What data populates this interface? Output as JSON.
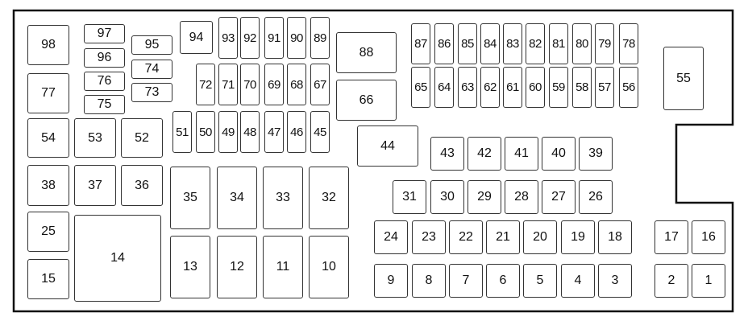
{
  "diagram": {
    "type": "fuse-box-layout",
    "fuses": [
      "98",
      "77",
      "54",
      "53",
      "52",
      "97",
      "96",
      "76",
      "75",
      "95",
      "74",
      "73",
      "94",
      "93",
      "92",
      "91",
      "90",
      "89",
      "72",
      "71",
      "70",
      "69",
      "68",
      "67",
      "51",
      "50",
      "49",
      "48",
      "47",
      "46",
      "45",
      "88",
      "66",
      "44",
      "87",
      "86",
      "85",
      "84",
      "83",
      "82",
      "81",
      "80",
      "79",
      "78",
      "65",
      "64",
      "63",
      "62",
      "61",
      "60",
      "59",
      "58",
      "57",
      "56",
      "55",
      "43",
      "42",
      "41",
      "40",
      "39",
      "31",
      "30",
      "29",
      "28",
      "27",
      "26",
      "24",
      "23",
      "22",
      "21",
      "20",
      "19",
      "18",
      "17",
      "16",
      "9",
      "8",
      "7",
      "6",
      "5",
      "4",
      "3",
      "2",
      "1",
      "38",
      "37",
      "36",
      "25",
      "15",
      "14",
      "35",
      "34",
      "33",
      "32",
      "13",
      "12",
      "11",
      "10"
    ]
  }
}
